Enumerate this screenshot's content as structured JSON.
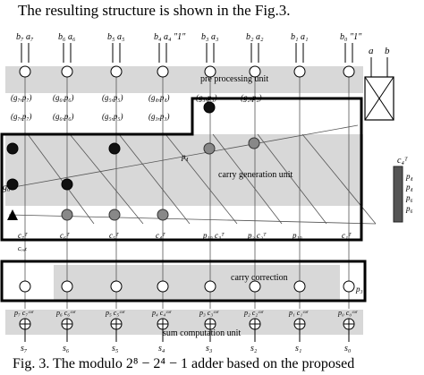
{
  "intro_text": "The resulting structure is shown in the Fig.3.",
  "caption": "Fig. 3. The modulo 2⁸ − 2⁴ − 1 adder based on the proposed",
  "units": {
    "pre_processing": "pre processing unit",
    "carry_generation": "carry generation unit",
    "carry_correction": "carry correction",
    "sum_computation": "sum computation unit"
  },
  "inputs": [
    {
      "b": "b₇",
      "a": "a₇"
    },
    {
      "b": "b₆",
      "a": "a₆"
    },
    {
      "b": "b₅",
      "a": "a₅"
    },
    {
      "b": "b₄",
      "a": "a₄",
      "extra": "\"1\""
    },
    {
      "b": "b₃",
      "a": "a₃"
    },
    {
      "b": "b₂",
      "a": "a₂"
    },
    {
      "b": "b₁",
      "a": "a₁"
    },
    {
      "b": "b₀",
      "extra": "\"1\""
    }
  ],
  "right_inputs": {
    "a": "a",
    "b": "b"
  },
  "gp_labels": [
    "(g₇,p₇)",
    "(g₆,p₆)",
    "(g₅,p₅)",
    "(g₄,p₄)",
    "(g₃,p₃)",
    "(g₂,p₂)"
  ],
  "gp_labels_second_row": [
    "(g₇,p₇)",
    "(g₆,p₆)",
    "(g₅,p₅)",
    "(g₃,p₃)"
  ],
  "side_labels": {
    "g0": "g₀",
    "p4": "p₄",
    "c_out": "cₒᵤₜ",
    "c4_block": "c₄ᵀ"
  },
  "carry_labels": [
    "c₇ᵀ",
    "c₆ᵀ",
    "c₅ᵀ",
    "c₄ᵀ",
    "p₁₀ c₃ᵀ",
    "p₂ c₂ᵀ",
    "p₁₀",
    "c₁ᵀ"
  ],
  "block_outputs": [
    "p₄",
    "p₄",
    "p₆",
    "p₆"
  ],
  "p3_label": "p₃",
  "sum_pair_labels": [
    "p₇ c₇ᶜᵒʳ",
    "p₆ c₆ᶜᵒʳ",
    "p₅ c₅ᶜᵒʳ",
    "p₄ c₄ᶜᵒʳ",
    "p₃ c₃ᶜᵒʳ",
    "p₂ c₂ᶜᵒʳ",
    "p₁ c₁ᶜᵒʳ",
    "p₀ c₀ᶜᵒʳ"
  ],
  "outputs": [
    "s₇",
    "s₆",
    "s₅",
    "s₄",
    "s₃",
    "s₂",
    "s₁",
    "s₀"
  ]
}
